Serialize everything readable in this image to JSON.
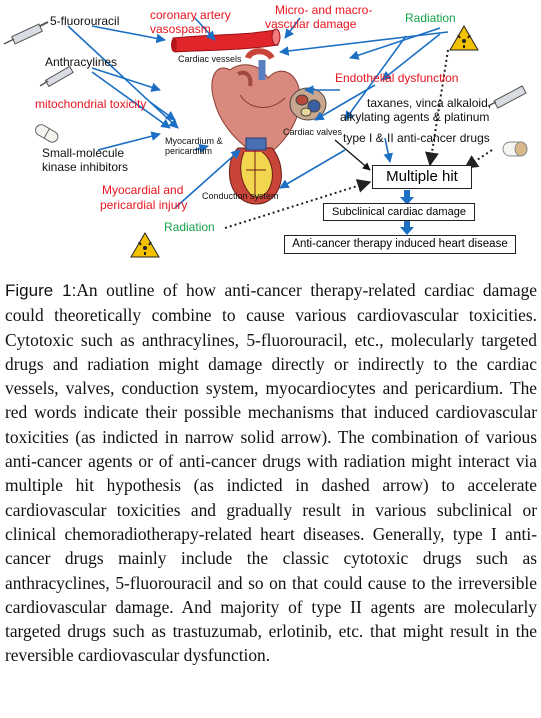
{
  "figure": {
    "labels": {
      "fluorouracil": "5-fluorouracil",
      "coronary_spasm_1": "coronary artery",
      "coronary_spasm_2": "vasospasm",
      "vascular_damage_1": "Micro- and macro-",
      "vascular_damage_2": "vascular damage",
      "radiation_top": "Radiation",
      "cardiac_vessels": "Cardiac vessels",
      "anthracyclines": "Anthracylines",
      "endothelial": "Endothelial dysfunction",
      "mito_toxicity": "mitochondrial toxicity",
      "taxanes_1": "taxanes, vinca alkaloid,",
      "taxanes_2": "alkylating agents & platinum",
      "myocardium_1": "Myocardium &",
      "myocardium_2": "pericardium",
      "cardiac_valves": "Cardiac valves",
      "type_drugs": "type I & II anti-cancer drugs",
      "small_molecule_1": "Small-molecule",
      "small_molecule_2": "kinase inhibitors",
      "myocardial_injury_1": "Myocardial and",
      "myocardial_injury_2": "pericardial injury",
      "conduction": "Conduction system",
      "radiation_bottom": "Radiation",
      "multiple_hit": "Multiple hit",
      "subclinical": "Subclinical cardiac damage",
      "heart_disease": "Anti-cancer therapy induced heart disease"
    },
    "colors": {
      "red": "#e8141e",
      "blue": "#1d6fc4",
      "green": "#16a34a",
      "vessel": "#e0252b"
    }
  },
  "caption": {
    "label": "Figure 1:",
    "text": "An outline of how anti-cancer therapy-related cardiac damage could theoretically combine to cause various cardiovascular toxicities. Cytotoxic such as anthracylines, 5-fluorouracil, etc., molecularly targeted drugs and radiation might damage directly or indirectly to the cardiac vessels, valves, conduction system, myocardiocytes and pericardium. The red words indicate their possible mechanisms that induced cardiovascular toxicities (as indicted in narrow solid arrow). The combination of various anti-cancer agents or of anti-cancer drugs with radiation might interact via multiple hit hypothesis (as indicted in dashed arrow) to accelerate cardiovascular toxicities and gradually result in various subclinical or clinical chemoradiotherapy-related heart diseases. Generally, type I anti-cancer drugs mainly include the classic cytotoxic drugs such as anthracyclines, 5-fluorouracil and so on that could cause to the irreversible cardiovascular damage. And majority of type II agents are molecularly targeted drugs such as trastuzumab, erlotinib, etc. that might result in the reversible cardiovascular dysfunction."
  }
}
